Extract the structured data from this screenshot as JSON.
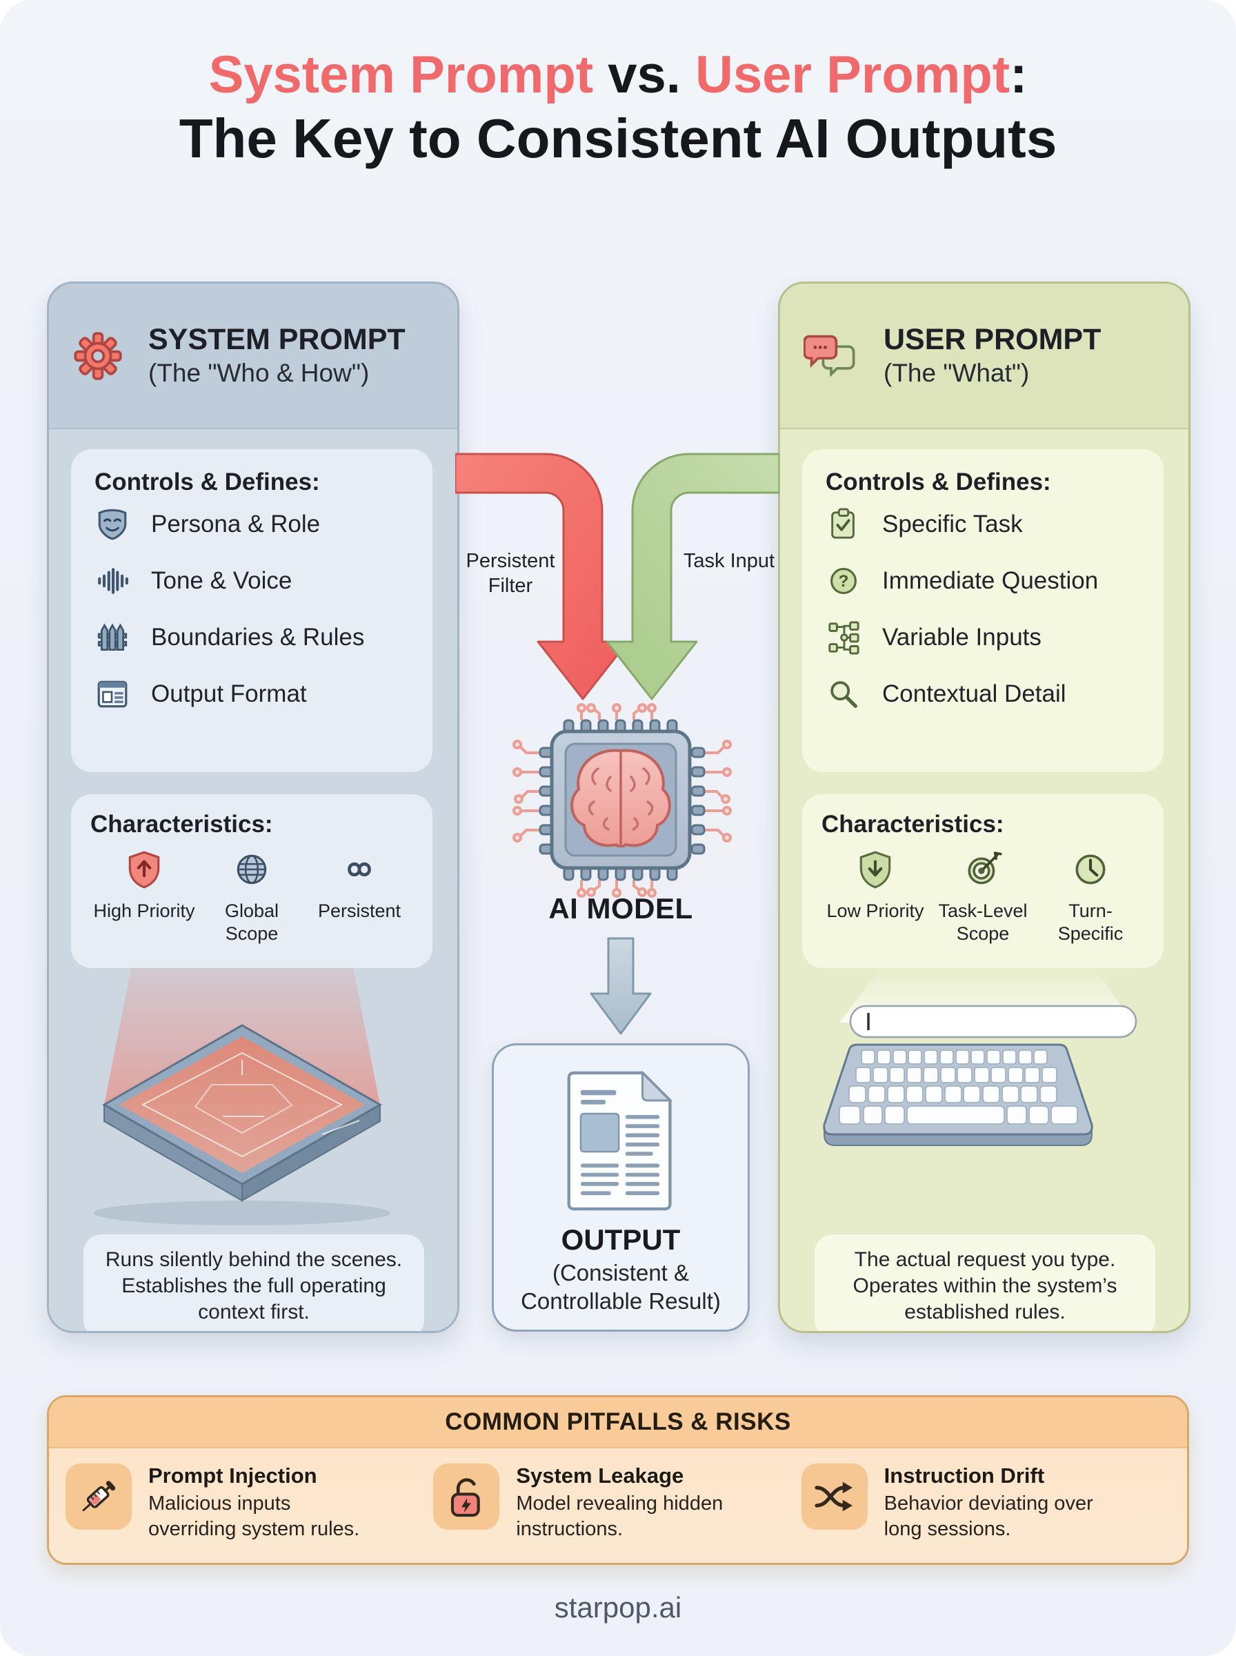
{
  "title": {
    "red1": "System Prompt",
    "mid": " vs. ",
    "red2": "User Prompt",
    "colon": ":",
    "line2": "The Key to Consistent AI Outputs"
  },
  "system_panel": {
    "title": "SYSTEM PROMPT",
    "subtitle": "(The \"Who & How\")",
    "controls_heading": "Controls & Defines:",
    "controls": [
      {
        "icon": "mask-icon",
        "label": "Persona & Role"
      },
      {
        "icon": "waveform-icon",
        "label": "Tone & Voice"
      },
      {
        "icon": "fence-icon",
        "label": "Boundaries & Rules"
      },
      {
        "icon": "document-layout-icon",
        "label": "Output Format"
      }
    ],
    "characteristics_heading": "Characteristics:",
    "characteristics": [
      {
        "icon": "shield-up-icon",
        "label": "High Priority"
      },
      {
        "icon": "globe-icon",
        "label": "Global Scope"
      },
      {
        "icon": "infinity-icon",
        "label": "Persistent"
      }
    ],
    "caption": "Runs silently behind the scenes. Establishes the full operating context first."
  },
  "user_panel": {
    "title": "USER PROMPT",
    "subtitle": "(The \"What\")",
    "controls_heading": "Controls & Defines:",
    "controls": [
      {
        "icon": "clipboard-check-icon",
        "label": "Specific Task"
      },
      {
        "icon": "question-circle-icon",
        "label": "Immediate Question"
      },
      {
        "icon": "variable-nodes-icon",
        "label": "Variable Inputs"
      },
      {
        "icon": "magnifier-icon",
        "label": "Contextual Detail"
      }
    ],
    "characteristics_heading": "Characteristics:",
    "characteristics": [
      {
        "icon": "shield-down-icon",
        "label": "Low Priority"
      },
      {
        "icon": "target-icon",
        "label": "Task-Level Scope"
      },
      {
        "icon": "clock-icon",
        "label": "Turn-Specific"
      }
    ],
    "caption": "The actual request you type. Operates within the system’s established rules."
  },
  "flow": {
    "left_arrow_label": "Persistent Filter",
    "right_arrow_label": "Task Input",
    "model_label": "AI MODEL",
    "output_title": "OUTPUT",
    "output_subtitle": "(Consistent & Controllable Result)"
  },
  "pitfalls": {
    "heading": "COMMON PITFALLS & RISKS",
    "items": [
      {
        "icon": "syringe-icon",
        "title": "Prompt Injection",
        "desc": "Malicious inputs overriding system rules."
      },
      {
        "icon": "unlock-bolt-icon",
        "title": "System Leakage",
        "desc": "Model revealing hidden instructions."
      },
      {
        "icon": "shuffle-icon",
        "title": "Instruction Drift",
        "desc": "Behavior deviating over long sessions."
      }
    ]
  },
  "footer": {
    "brand": "starpop.ai"
  },
  "colors": {
    "accent_red": "#f0696b",
    "system_panel_blue": "#ccd7e2",
    "user_panel_green": "#e6ebc9",
    "pitfalls_orange": "#f8cb98",
    "arrow_red": "#f26d6d",
    "arrow_green": "#b6d49b"
  }
}
